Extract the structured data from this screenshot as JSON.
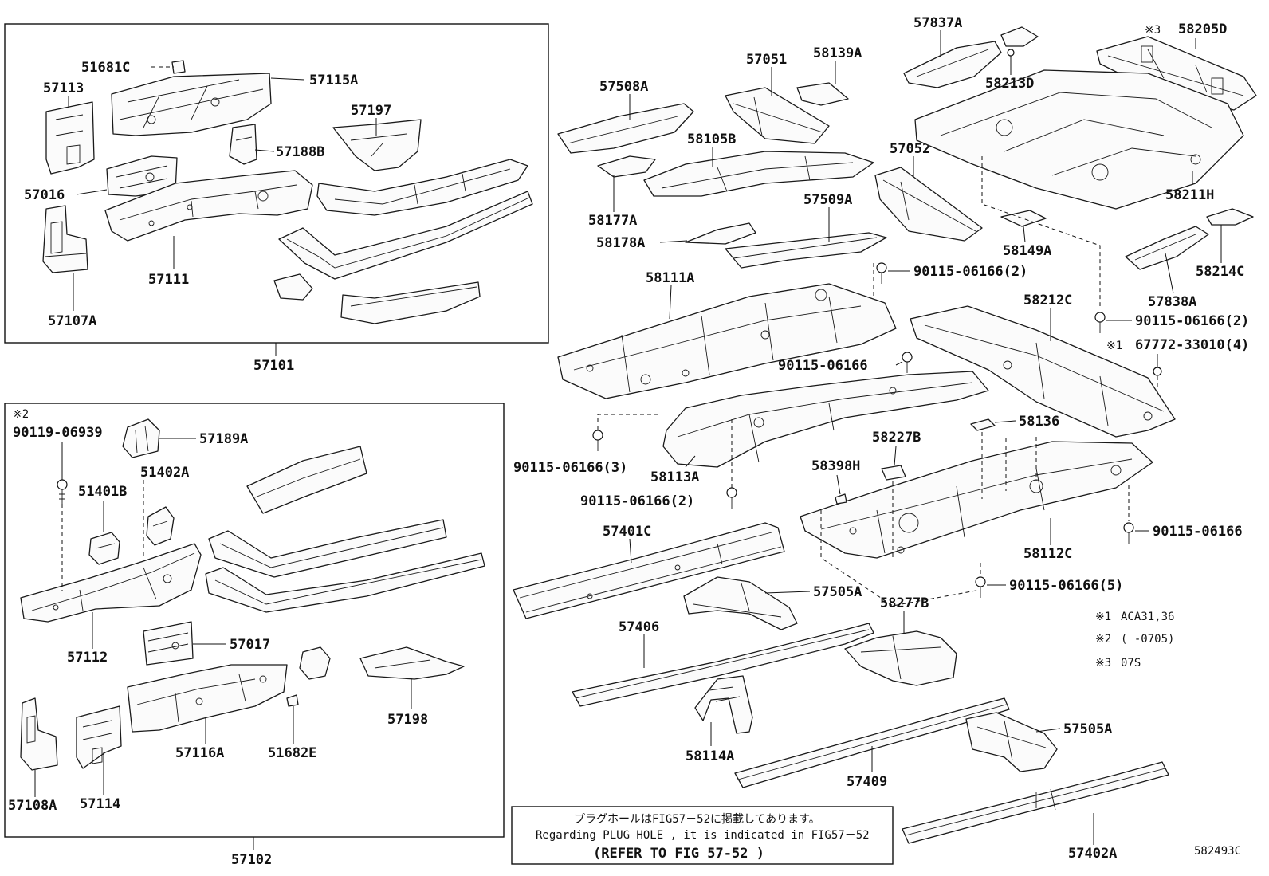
{
  "group_top": "57101",
  "group_bottom": "57102",
  "labels": {
    "p51681C": "51681C",
    "p57115A": "57115A",
    "p57113": "57113",
    "p57197": "57197",
    "p57188B": "57188B",
    "p57016": "57016",
    "p57111": "57111",
    "p57107A": "57107A",
    "p57508A": "57508A",
    "p57051": "57051",
    "p58139A": "58139A",
    "p58105B": "58105B",
    "p58177A": "58177A",
    "p58178A": "58178A",
    "p57509A": "57509A",
    "p57052": "57052",
    "p58149A": "58149A",
    "p57837A": "57837A",
    "p58213D": "58213D",
    "p58205D": "58205D",
    "p58211H": "58211H",
    "p58214C": "58214C",
    "p57838A": "57838A",
    "b90115_2a": "90115-06166(2)",
    "b90115_2b": "90115-06166(2)",
    "p67772": "67772-33010(4)",
    "p58111A": "58111A",
    "b90115_a": "90115-06166",
    "p58212C": "58212C",
    "b90115_3": "90115-06166(3)",
    "p58113A": "58113A",
    "b90115_2c": "90115-06166(2)",
    "p58136": "58136",
    "p58227B": "58227B",
    "p58398H": "58398H",
    "b90115_b": "90115-06166",
    "p58112C": "58112C",
    "b90115_5": "90115-06166(5)",
    "b90119": "90119-06939",
    "p57189A": "57189A",
    "p51402A": "51402A",
    "p51401B": "51401B",
    "p57112": "57112",
    "p57017": "57017",
    "p57198": "57198",
    "p57116A": "57116A",
    "p51682E": "51682E",
    "p57108A": "57108A",
    "p57114": "57114",
    "p57401C": "57401C",
    "p57505A_a": "57505A",
    "p58277B": "58277B",
    "p57406": "57406",
    "p58114A": "58114A",
    "p57505A_b": "57505A",
    "p57409": "57409",
    "p57402A": "57402A"
  },
  "marks": {
    "m1": "※1",
    "m2": "※2",
    "m3": "※3"
  },
  "legend": {
    "l1_mark": "※1",
    "l1_text": "ACA31,36",
    "l2_mark": "※2",
    "l2_text": "(      -0705)",
    "l3_mark": "※3",
    "l3_text": "07S"
  },
  "note": {
    "line1": "プラグホールはFIG57－52に掲載してあります。",
    "line2": "Regarding  PLUG HOLE , it is  indicated  in  FIG57－52",
    "line3": "(REFER TO FIG  57-52  )"
  },
  "figure_code": "582493C"
}
